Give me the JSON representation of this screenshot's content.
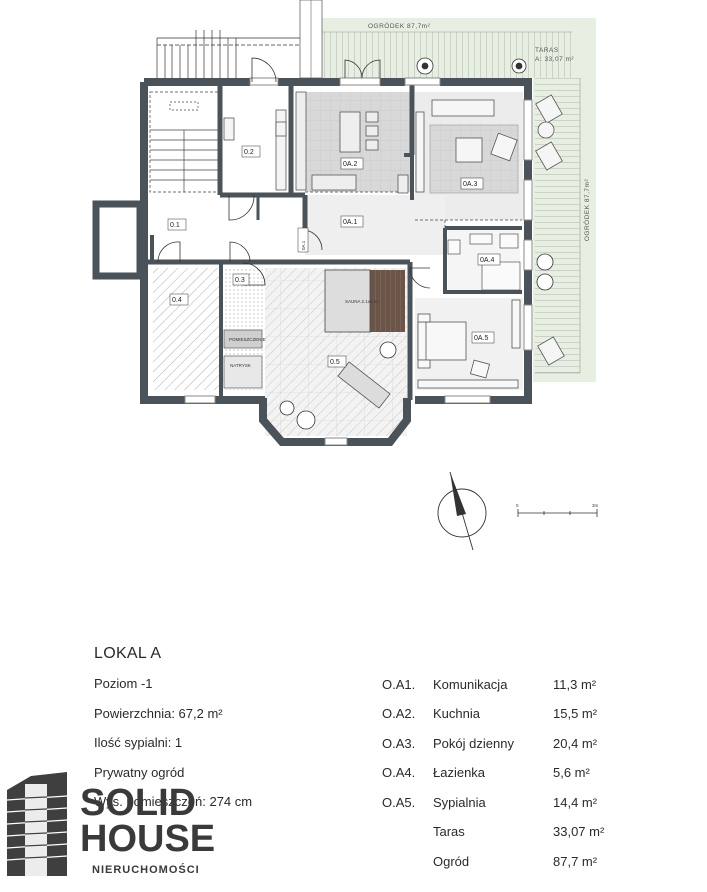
{
  "plan": {
    "garden_top_label": "OGRÓDEK 87,7m²",
    "garden_side_label": "OGRÓDEK 87,7m²",
    "terrace_label": "TARAS",
    "terrace_area": "A: 33,07 m²",
    "rooms": {
      "r01": "0.1",
      "r02": "0.2",
      "r03": "0.3",
      "r04": "0.4",
      "r05": "0.5",
      "ra1": "0A.1",
      "ra2": "0A.2",
      "ra3": "0A.3",
      "ra4": "0A.4",
      "ra5": "0A.5",
      "hall": "0A.1",
      "sauna": "SAUNA 2.1x1.m",
      "tech": "POMIESZCZENIE",
      "shower": "NATRYSK"
    },
    "scale_zero": "0",
    "scale_max": "3m"
  },
  "info": {
    "title": "LOKAL A",
    "left": [
      "Poziom -1",
      "Powierzchnia: 67,2 m²",
      "Ilość sypialni: 1",
      "Prywatny ogród",
      "Wys. pomieszczeń: 274 cm"
    ],
    "codes": [
      "O.A1.",
      "O.A2.",
      "O.A3.",
      "O.A4.",
      "O.A5."
    ],
    "names": [
      "Komunikacja",
      "Kuchnia",
      "Pokój dzienny",
      "Łazienka",
      "Sypialnia",
      "Taras",
      "Ogród"
    ],
    "areas": [
      "11,3 m²",
      "15,5 m²",
      "20,4 m²",
      "5,6 m²",
      "14,4 m²",
      "33,07 m²",
      "87,7 m²"
    ]
  },
  "logo": {
    "line1": "SOLID",
    "line2": "HOUSE",
    "line3": "NIERUCHOMOŚCI"
  },
  "colors": {
    "wall": "#4a525a",
    "garden": "#e6efe1",
    "tile": "#d9d9d9",
    "text": "#2a2a2a"
  }
}
